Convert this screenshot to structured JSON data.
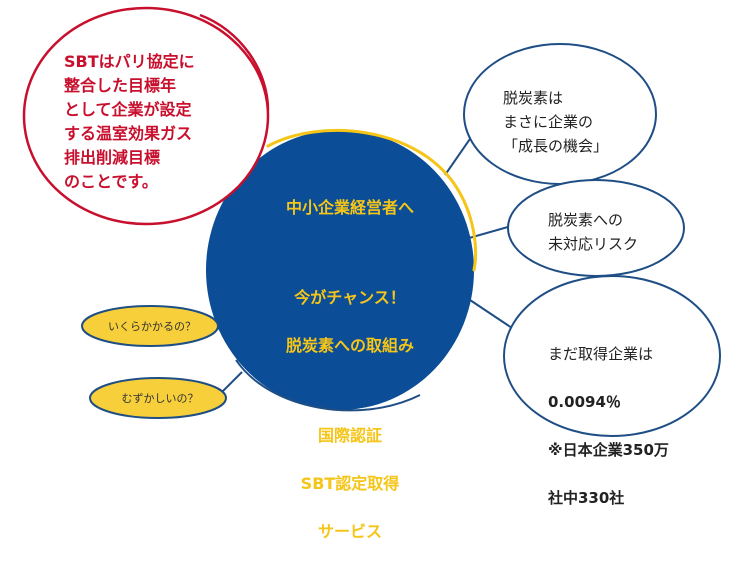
{
  "center": {
    "line1": "中小企業経営者へ",
    "line2": "今がチャンス！",
    "line3": "脱炭素への取組み",
    "line4": "国際認証",
    "line5": "SBT認定取得",
    "line6": "サービス"
  },
  "sbt_note": "SBTはパリ協定に\n整合した目標年\nとして企業が設定\nする温室効果ガス\n排出削減目標\nのことです。",
  "bubbles": {
    "growth": "脱炭素は\nまさに企業の\n「成長の機会」",
    "risk": "脱炭素への\n未対応リスク",
    "stat": {
      "line1": "まだ取得企業は",
      "line2": "0.0094％",
      "line3": "※日本企業350万",
      "line4": "社中330社"
    }
  },
  "pills": {
    "cost": "いくらかかるの？",
    "difficulty": "むずかしいの？"
  },
  "colors": {
    "center_fill": "#0b4d96",
    "center_text": "#f5c518",
    "red": "#c8102e",
    "navy_outline": "#1f4e85",
    "pill_fill": "#f7cf3a"
  }
}
